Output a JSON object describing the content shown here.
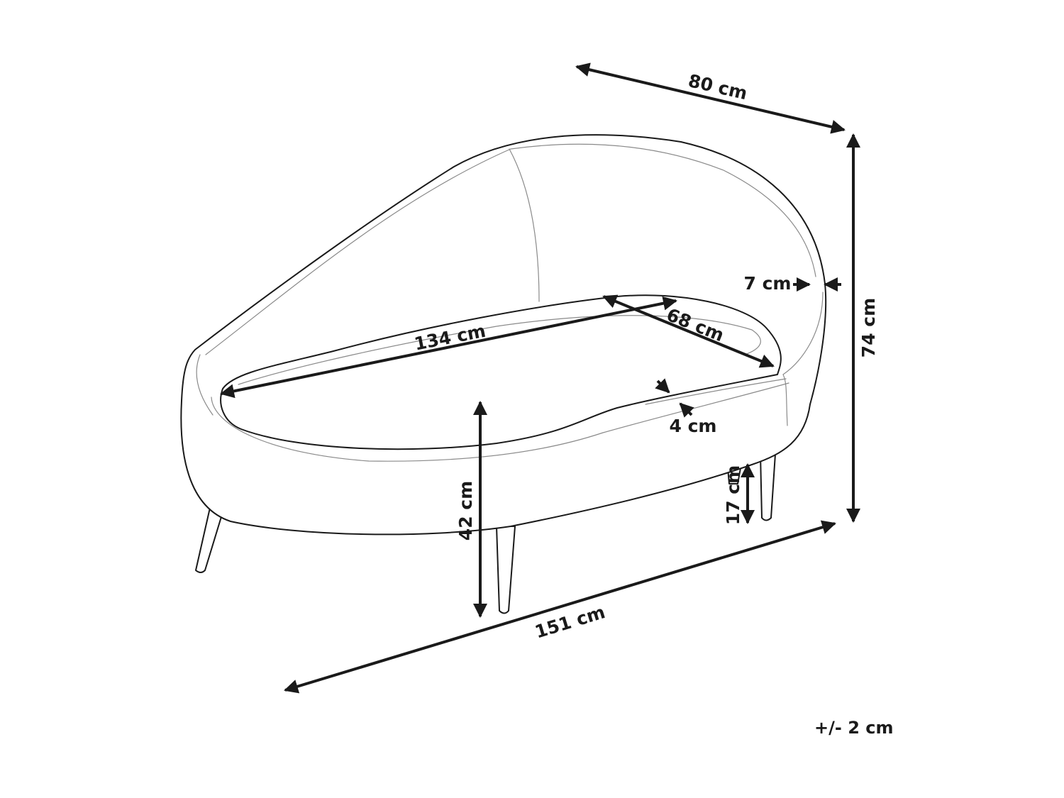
{
  "dimensions": {
    "width": "80 cm",
    "height": "74 cm",
    "backrest_thickness": "7 cm",
    "seat_depth": "68 cm",
    "seat_width": "134 cm",
    "cushion_edge": "4 cm",
    "seat_height": "42 cm",
    "leg_height": "17 cm",
    "length": "151 cm"
  },
  "tolerance": "+/- 2 cm",
  "colors": {
    "line": "#1a1a1a",
    "detail": "#8a8a8a",
    "background": "#ffffff"
  }
}
